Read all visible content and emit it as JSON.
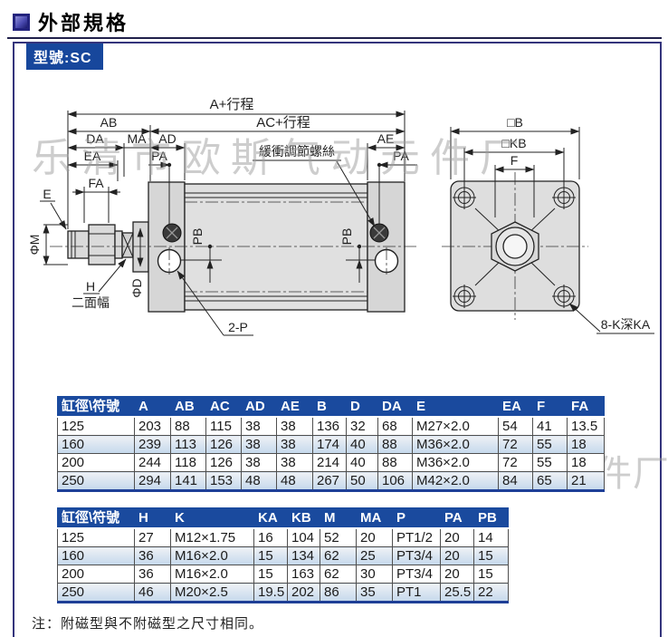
{
  "page": {
    "title": "外部規格",
    "model_tab": "型號:SC",
    "note": "注：附磁型與不附磁型之尺寸相同。",
    "watermark": "乐清市欧斯气动元件厂"
  },
  "colors": {
    "accent_blue": "#1a4a9e",
    "box_border_navy": "#34347c",
    "row_stripe_top": "#eef1f5",
    "row_stripe_bottom": "#c5d8ec",
    "watermark_gray": "#9d9d9d"
  },
  "diagram": {
    "labels": {
      "a_stroke": "A+行程",
      "ac_stroke": "AC+行程",
      "ab": "AB",
      "da": "DA",
      "ma": "MA",
      "ad": "AD",
      "ae": "AE",
      "ea": "EA",
      "pa_left": "PA",
      "pa_right": "PA",
      "fa": "FA",
      "e": "E",
      "phi_m": "ΦM",
      "phi_d": "ΦD",
      "h": "H",
      "wrench_flats": "二面幅",
      "pb_front": "PB",
      "pb_rear": "PB",
      "two_p": "2-P",
      "cushion_screw": "緩衝調節螺絲",
      "square_b": "□B",
      "square_kb": "□KB",
      "f": "F",
      "corner_holes": "8-K深KA"
    }
  },
  "table1": {
    "headers": [
      "缸徑\\符號",
      "A",
      "AB",
      "AC",
      "AD",
      "AE",
      "B",
      "D",
      "DA",
      "E",
      "EA",
      "F",
      "FA"
    ],
    "rows": [
      [
        "125",
        "203",
        "88",
        "115",
        "38",
        "38",
        "136",
        "32",
        "68",
        "M27×2.0",
        "54",
        "41",
        "13.5"
      ],
      [
        "160",
        "239",
        "113",
        "126",
        "38",
        "38",
        "174",
        "40",
        "88",
        "M36×2.0",
        "72",
        "55",
        "18"
      ],
      [
        "200",
        "244",
        "118",
        "126",
        "38",
        "38",
        "214",
        "40",
        "88",
        "M36×2.0",
        "72",
        "55",
        "18"
      ],
      [
        "250",
        "294",
        "141",
        "153",
        "48",
        "48",
        "267",
        "50",
        "106",
        "M42×2.0",
        "84",
        "65",
        "21"
      ]
    ]
  },
  "table2": {
    "headers": [
      "缸徑\\符號",
      "H",
      "K",
      "KA",
      "KB",
      "M",
      "MA",
      "P",
      "PA",
      "PB"
    ],
    "rows": [
      [
        "125",
        "27",
        "M12×1.75",
        "16",
        "104",
        "52",
        "20",
        "PT1/2",
        "20",
        "14"
      ],
      [
        "160",
        "36",
        "M16×2.0",
        "15",
        "134",
        "62",
        "25",
        "PT3/4",
        "20",
        "15"
      ],
      [
        "200",
        "36",
        "M16×2.0",
        "15",
        "163",
        "62",
        "30",
        "PT3/4",
        "20",
        "15"
      ],
      [
        "250",
        "46",
        "M20×2.5",
        "19.5",
        "202",
        "86",
        "35",
        "PT1",
        "25.5",
        "22"
      ]
    ]
  }
}
